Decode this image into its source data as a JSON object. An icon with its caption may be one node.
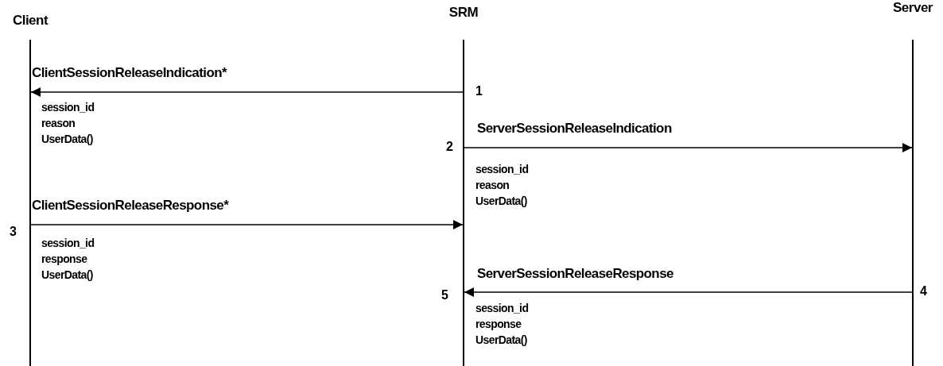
{
  "diagram": {
    "nodes": [
      {
        "text": [
          "Client"
        ]
      },
      {
        "text": [
          "SRM"
        ]
      },
      {
        "text": [
          "Server"
        ]
      }
    ],
    "edges": [
      {
        "from": 1,
        "to": 0,
        "arrow": "to",
        "label": "ClientSessionReleaseIndication*"
      },
      {
        "from": 1,
        "to": 2,
        "arrow": "to",
        "label": "ServerSessionReleaseIndication"
      },
      {
        "from": 0,
        "to": 1,
        "arrow": "to",
        "label": "ClientSessionReleaseResponse*"
      },
      {
        "from": 2,
        "to": 1,
        "arrow": "to",
        "label": "ServerSessionReleaseResponse"
      }
    ],
    "labels": [
      "1",
      "session_id",
      "reason",
      "UserData()",
      "2",
      "session_id",
      "reason",
      "UserData()",
      "3",
      "session_id",
      "response",
      "UserData()",
      "4",
      "5",
      "session_id",
      "response",
      "UserData()"
    ]
  }
}
